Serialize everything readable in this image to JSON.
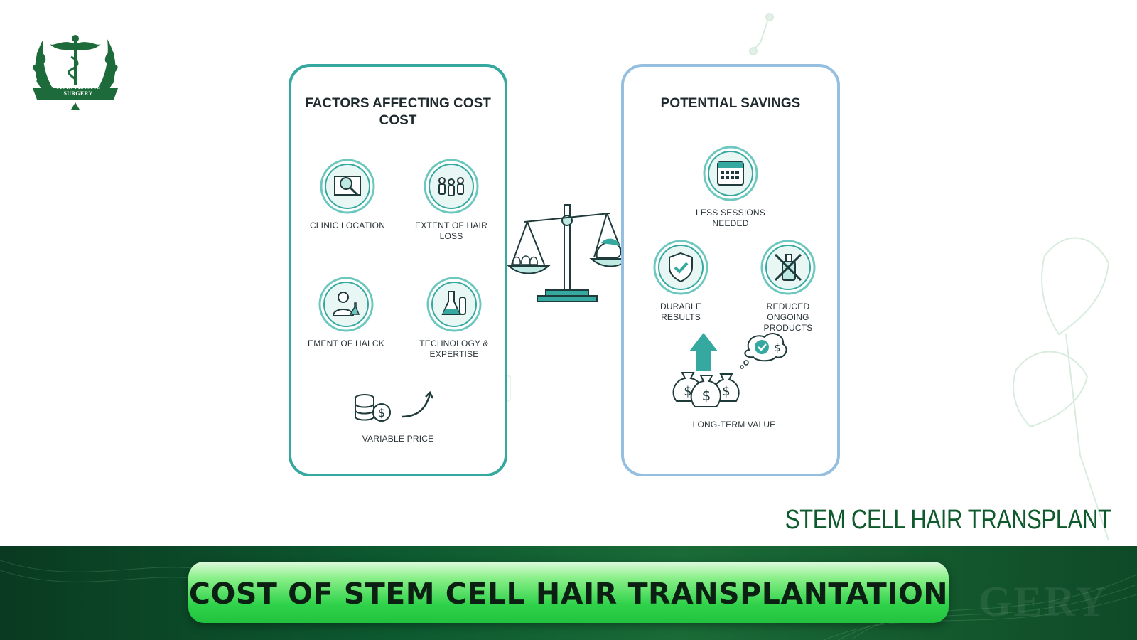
{
  "logo": {
    "text": "TRAN PLASTIC SURGERY"
  },
  "left_card": {
    "title": "FACTORS AFFECTING COST COST",
    "items": [
      {
        "label": "CLINIC LOCATION",
        "icon": "map-search-icon"
      },
      {
        "label": "EXTENT OF HAIR LOSS",
        "icon": "people-icon"
      },
      {
        "label": "EMENT OF HALCK",
        "icon": "doctor-icon"
      },
      {
        "label": "TECHNOLOGY & EXPERTISE",
        "icon": "lab-flask-icon"
      },
      {
        "label": "VARIABLE PRICE",
        "icon": "coins-trend-icon"
      }
    ]
  },
  "right_card": {
    "title": "POTENTIAL SAVINGS",
    "items": [
      {
        "label": "LESS SESSIONS NEEDED",
        "icon": "calendar-icon"
      },
      {
        "label": "DURABLE RESULTS",
        "icon": "shield-check-icon"
      },
      {
        "label": "REDUCED ONGOING PRODUCTS",
        "icon": "no-bottle-icon"
      },
      {
        "label": "LONG-TERM VALUE",
        "icon": "money-bags-arrow-icon"
      }
    ]
  },
  "brand": "STEM CELL HAIR TRANSPLANT",
  "banner": {
    "title": "COST OF STEM CELL HAIR TRANSPLANTATION"
  },
  "colors": {
    "teal": "#35a9a0",
    "light_blue": "#94bfe0",
    "dark_green": "#0e5a2c",
    "banner_green": "#2fd24a"
  }
}
